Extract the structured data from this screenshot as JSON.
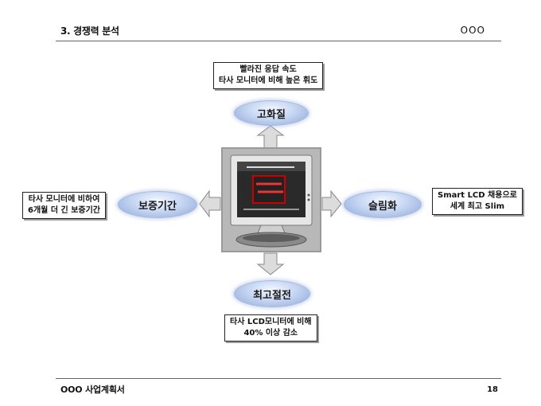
{
  "header": {
    "title": "3. 경쟁력 분석",
    "mark": "OOO"
  },
  "footer": {
    "title": "OOO 사업계획서",
    "page": "18"
  },
  "diagram": {
    "top_note": [
      "빨라진 응답 속도",
      "타사 모니터에 비해 높은 휘도"
    ],
    "top_label": "고화질",
    "left_note": [
      "타사 모니터에 비하여",
      "6개월 더 긴 보증기간"
    ],
    "left_label": "보증기간",
    "right_note": [
      "Smart LCD 채용으로",
      "세계 최고 Slim"
    ],
    "right_label": "슬림화",
    "bottom_label": "최고절전",
    "bottom_note": [
      "타사 LCD모니터에 비해",
      "40% 이상 감소"
    ]
  },
  "colors": {
    "oval": "#c6d6f2",
    "arrow": "#d9d9d9"
  }
}
